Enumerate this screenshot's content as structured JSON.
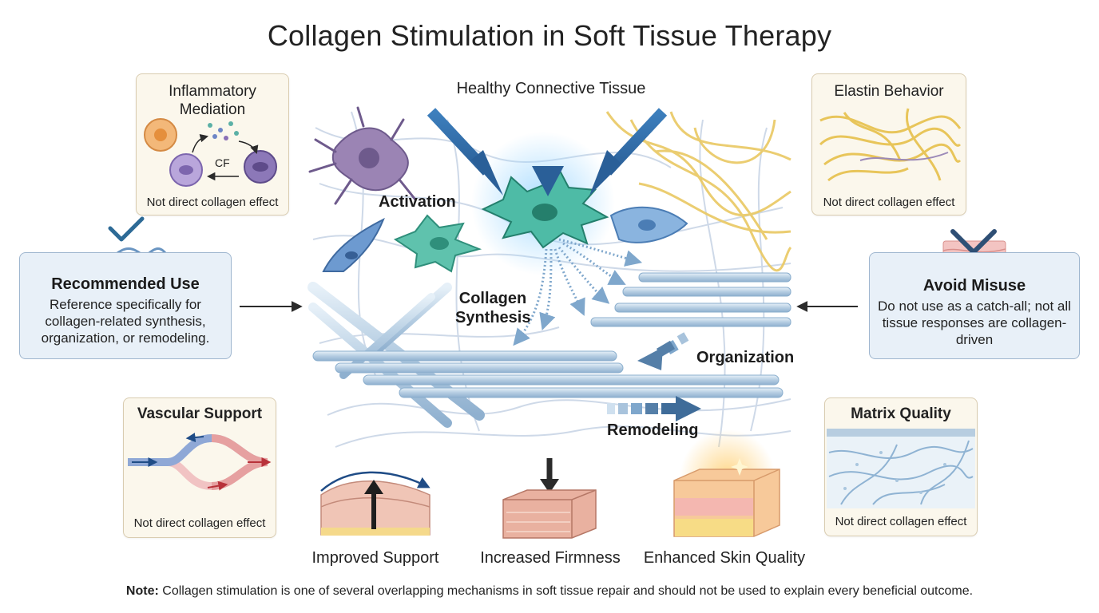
{
  "title": "Collagen Stimulation in Soft Tissue Therapy",
  "center": {
    "top_label": "Healthy Connective Tissue",
    "activation": "Activation",
    "collagen_synthesis_line1": "Collagen",
    "collagen_synthesis_line2": "Synthesis",
    "organization": "Organization",
    "remodeling": "Remodeling"
  },
  "cards": {
    "inflammatory": {
      "title_line1": "Inflammatory",
      "title_line2": "Mediation",
      "cf": "CF",
      "footer": "Not direct collagen effect"
    },
    "elastin": {
      "title": "Elastin Behavior",
      "footer": "Not direct collagen effect"
    },
    "vascular": {
      "title": "Vascular Support",
      "footer": "Not direct collagen effect"
    },
    "matrix": {
      "title": "Matrix Quality",
      "footer": "Not direct collagen effect"
    }
  },
  "recommended": {
    "title": "Recommended Use",
    "body": "Reference specifically for collagen-related synthesis, organization, or remodeling."
  },
  "avoid": {
    "title": "Avoid Misuse",
    "body": "Do not use as a catch-all; not all tissue responses are collagen-driven"
  },
  "outcomes": {
    "support": "Improved Support",
    "firmness": "Increased Firmness",
    "skin": "Enhanced Skin Quality"
  },
  "note": {
    "label": "Note:",
    "text": "Collagen stimulation is one of several overlapping mechanisms in soft tissue repair and should not be used to explain every beneficial outcome."
  },
  "colors": {
    "accent_blue": "#2f6ea8",
    "teal_cell": "#49b8a4",
    "card_bg": "#fbf7ec",
    "box_bg": "#e8f0f8"
  }
}
